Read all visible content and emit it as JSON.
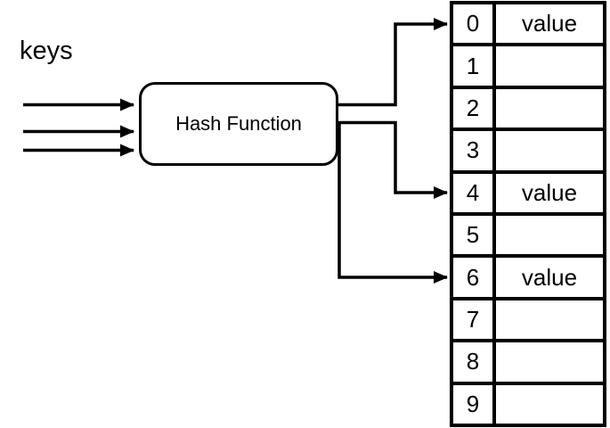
{
  "labels": {
    "keys": "keys",
    "hash_function": "Hash Function"
  },
  "table": {
    "rows": [
      {
        "index": "0",
        "value": "value"
      },
      {
        "index": "1",
        "value": ""
      },
      {
        "index": "2",
        "value": ""
      },
      {
        "index": "3",
        "value": ""
      },
      {
        "index": "4",
        "value": "value"
      },
      {
        "index": "5",
        "value": ""
      },
      {
        "index": "6",
        "value": "value"
      },
      {
        "index": "7",
        "value": ""
      },
      {
        "index": "8",
        "value": ""
      },
      {
        "index": "9",
        "value": ""
      }
    ]
  },
  "colors": {
    "line": "#000000",
    "background": "#ffffff",
    "text": "#000000"
  }
}
